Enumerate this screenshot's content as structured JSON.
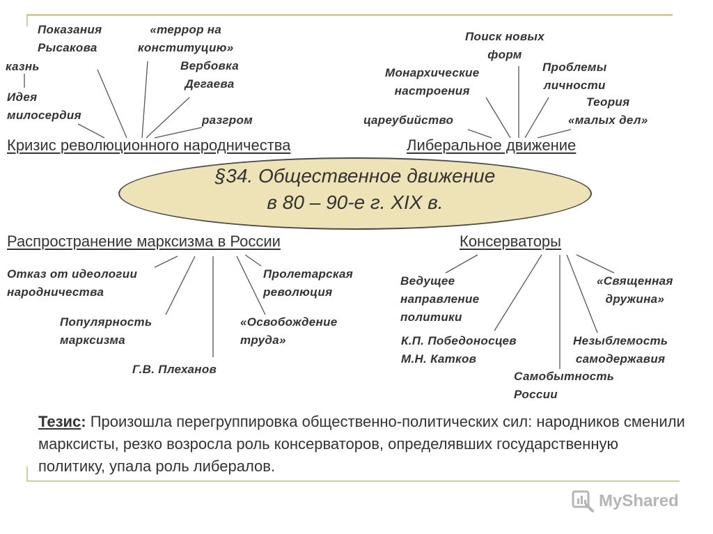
{
  "center_title": "§34. Общественное движение\nв 80 – 90-е г. XIX в.",
  "branches": {
    "narodniki": {
      "heading": "Кризис революционного народничества",
      "leaves": {
        "pokazaniya": "Показания\nРысакова",
        "terror": "«террор на\nконституцию»",
        "kazn": "казнь",
        "verbovka": "Вербовка\nДегаева",
        "ideya": "Идея\nмилосердия",
        "razgrom": "разгром"
      }
    },
    "liberal": {
      "heading": "Либеральное движение",
      "leaves": {
        "poisk": "Поиск новых\nформ",
        "monarch": "Монархические\nнастроения",
        "problemy": "Проблемы\nличности",
        "teoriya": "Теория\n«малых дел»",
        "tsareubiystvo": "цареубийство"
      }
    },
    "marxism": {
      "heading": "Распространение марксизма в России",
      "leaves": {
        "otkaz": "Отказ от идеологии\nнародничества",
        "proletar": "Пролетарская\nреволюция",
        "populyar": "Популярность\nмарксизма",
        "osvobozhdenie": "«Освобождение\nтруда»",
        "plekhanov": "Г.В. Плеханов"
      }
    },
    "conservatives": {
      "heading": "Консерваторы",
      "leaves": {
        "vedushchee": "Ведущее\nнаправление\nполитики",
        "svyashchennaya": "«Священная\nдружина»",
        "pobedonostsev": "К.П. Победоносцев\nМ.Н. Катков",
        "nezyblemost": "Незыблемость\nсамодержавия",
        "samobytnost": "Самобытность\nРоссии"
      }
    }
  },
  "thesis": {
    "label": "Тезис",
    "text": "Произошла перегруппировка общественно-политических сил: народников сменили марксисты, резко возросла роль консерваторов, определявших государственную политику, упала роль либералов."
  },
  "logo": {
    "text": "MyShared"
  }
}
